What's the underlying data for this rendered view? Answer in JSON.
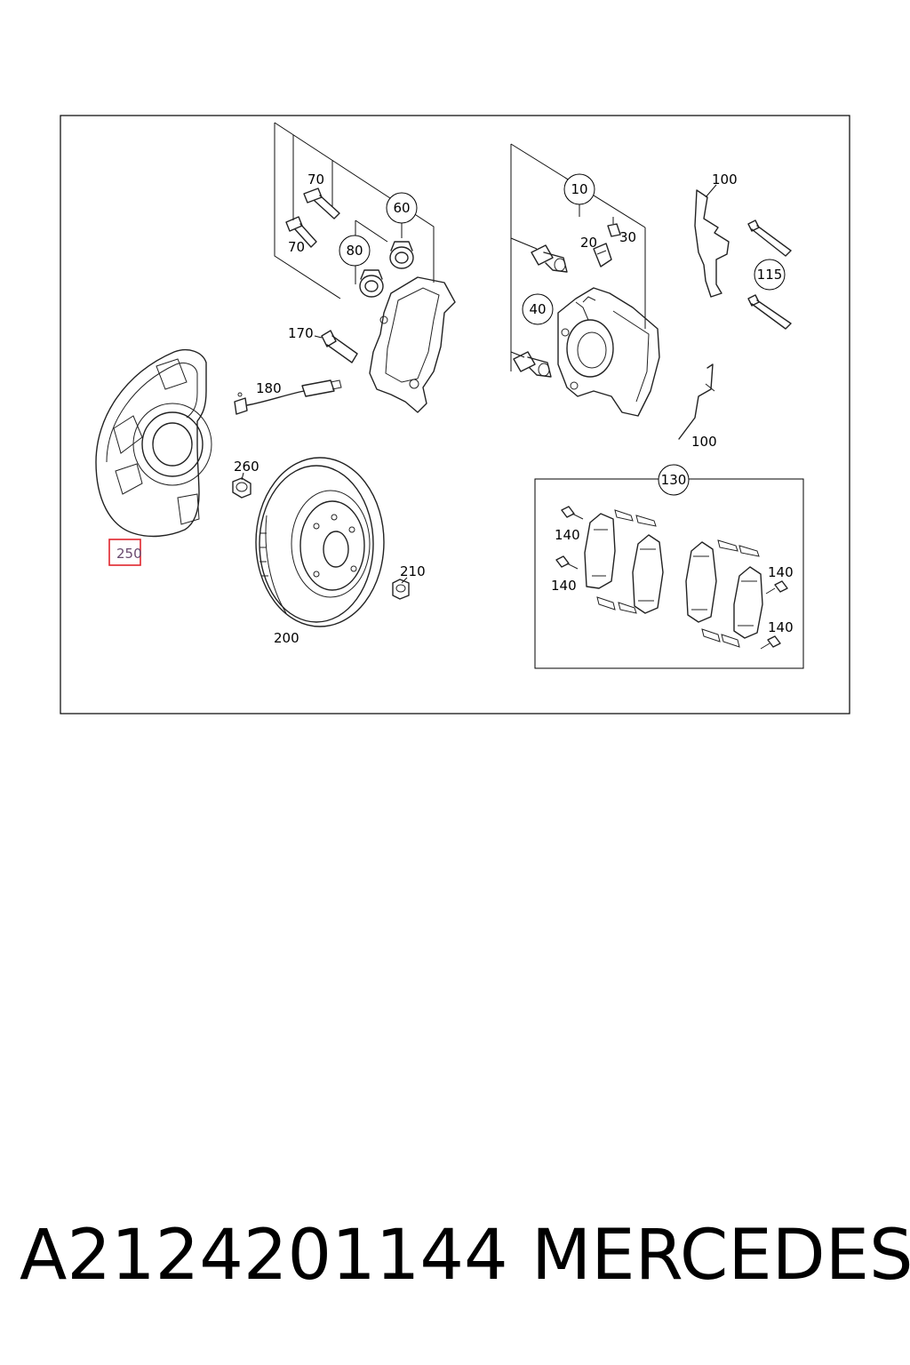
{
  "diagram": {
    "labels": {
      "l10": "10",
      "l20": "20",
      "l30": "30",
      "l40": "40",
      "l60": "60",
      "l70a": "70",
      "l70b": "70",
      "l80": "80",
      "l100a": "100",
      "l100b": "100",
      "l115": "115",
      "l130": "130",
      "l140a": "140",
      "l140b": "140",
      "l140c": "140",
      "l140d": "140",
      "l170": "170",
      "l180": "180",
      "l200": "200",
      "l210": "210",
      "l250": "250",
      "l260": "260"
    },
    "highlight_color": "#e0242c",
    "line_color": "#000000"
  },
  "caption": {
    "part_number": "A2124201144",
    "brand": "MERCEDES"
  }
}
